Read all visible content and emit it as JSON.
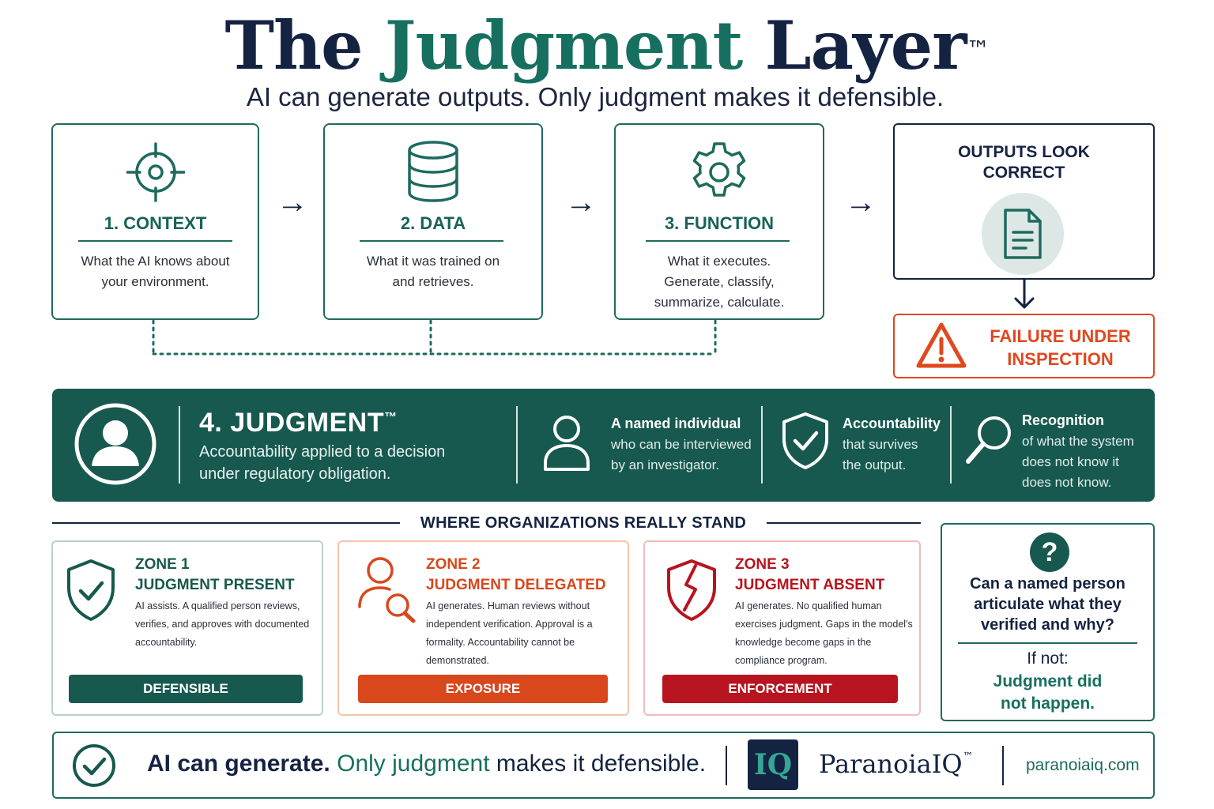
{
  "header": {
    "title_part1": "The",
    "title_accent": "Judgment",
    "title_part2": "Layer",
    "title_mark": "™",
    "subtitle": "AI can generate outputs. Only judgment makes it defensible."
  },
  "flow": {
    "arrow": "→",
    "down_arrow": "↓",
    "steps": [
      {
        "label": "1. CONTEXT",
        "body": [
          "What the AI knows about",
          "your environment."
        ],
        "icon": "crosshair-icon"
      },
      {
        "label": "2. DATA",
        "body": [
          "What it was trained on",
          "and retrieves."
        ],
        "icon": "database-icon"
      },
      {
        "label": "3. FUNCTION",
        "body": [
          "What it executes.",
          "Generate, classify,",
          "summarize, calculate."
        ],
        "icon": "gear-icon"
      }
    ],
    "outputs": {
      "label": [
        "OUTPUTS LOOK",
        "CORRECT"
      ],
      "icon": "document-icon"
    },
    "failure": {
      "label": [
        "FAILURE UNDER",
        "INSPECTION"
      ],
      "icon": "warning-icon"
    }
  },
  "judgment": {
    "title": "4. JUDGMENT",
    "title_mark": "™",
    "body": [
      "Accountability applied to a decision",
      "under regulatory obligation."
    ],
    "features": [
      {
        "title": "A named individual",
        "body": [
          "who can be interviewed",
          "by an investigator."
        ],
        "icon": "person-icon"
      },
      {
        "title": "Accountability",
        "body": [
          "that survives",
          "the output."
        ],
        "icon": "shield-check-icon"
      },
      {
        "title": "Recognition",
        "body": [
          "of what the system",
          "does not know it",
          "does not know."
        ],
        "icon": "magnifier-icon"
      }
    ]
  },
  "where": {
    "title": "WHERE ORGANIZATIONS REALLY STAND",
    "zones": [
      {
        "label": "ZONE 1",
        "title": "JUDGMENT PRESENT",
        "body": [
          "AI assists. A qualified person reviews,",
          "verifies, and approves with documented",
          "accountability."
        ],
        "badge": "DEFENSIBLE",
        "color": "#17594f",
        "border": "#b7d2cd",
        "icon": "shield-check-icon"
      },
      {
        "label": "ZONE 2",
        "title": "JUDGMENT DELEGATED",
        "body": [
          "AI generates. Human reviews without",
          "independent verification. Approval is a",
          "formality. Accountability cannot be",
          "demonstrated."
        ],
        "badge": "EXPOSURE",
        "color": "#d9471d",
        "border": "#f4c4ad",
        "icon": "person-search-icon"
      },
      {
        "label": "ZONE 3",
        "title": "JUDGMENT ABSENT",
        "body": [
          "AI generates. No qualified human",
          "exercises judgment. Gaps in the model's",
          "knowledge become gaps in the",
          "compliance program."
        ],
        "badge": "ENFORCEMENT",
        "color": "#b8141f",
        "border": "#f0bcbc",
        "icon": "broken-shield-icon"
      }
    ],
    "question": {
      "mark": "?",
      "text": [
        "Can a named person",
        "articulate what they",
        "verified and why?"
      ],
      "if_not": "If not:",
      "conclusion": [
        "Judgment did",
        "not happen."
      ]
    }
  },
  "footer": {
    "tag_1": "AI can generate.",
    "tag_2": "Only judgment",
    "tag_3": "makes it defensible.",
    "logo": "IQ",
    "brand": "ParanoiaIQ",
    "brand_mark": "™",
    "url": "paranoiaiq.com"
  },
  "colors": {
    "navy": "#142341",
    "teal": "#17594f",
    "accent": "#17705f",
    "orange": "#d9471d",
    "red": "#b8141f"
  }
}
